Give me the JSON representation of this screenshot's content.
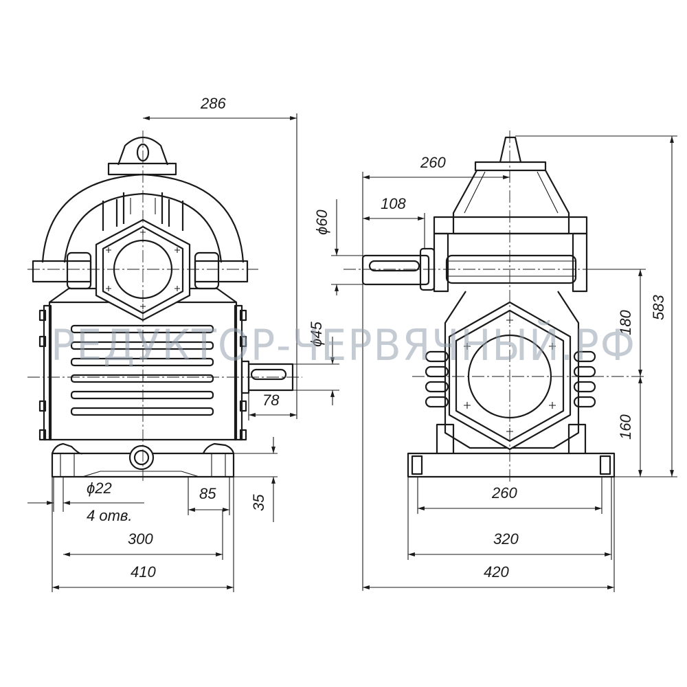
{
  "watermark": "РЕДУКТОР-ЧЕРВЯЧНЫЙ.РФ",
  "front_view": {
    "dim_overall_half_width": "286",
    "dim_base_width": "410",
    "dim_hole_spacing": "300",
    "dim_foot_width": "85",
    "dim_base_height": "35",
    "dim_hole_diameter": "ϕ22",
    "hole_count": "4 отв.",
    "dim_shaft_length": "78",
    "dim_shaft_diameter": "ϕ45"
  },
  "side_view": {
    "dim_housing_width": "260",
    "dim_shaft_length": "108",
    "dim_shaft_diameter": "ϕ60",
    "dim_center_distance": "180",
    "dim_axis_height": "160",
    "dim_total_height": "583",
    "dim_hole_spacing": "260",
    "dim_base_hole_pitch": "320",
    "dim_base_width": "420"
  }
}
